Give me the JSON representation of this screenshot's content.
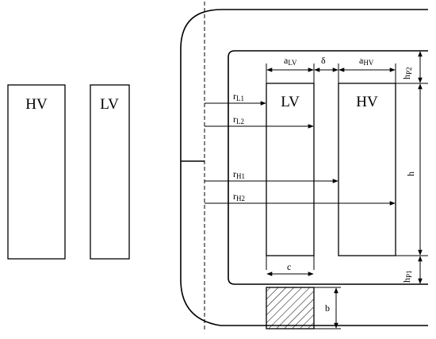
{
  "left_coils": {
    "hv": "HV",
    "lv": "LV"
  },
  "window_coils": {
    "lv": "LV",
    "hv": "HV"
  },
  "dimensions": {
    "a": "a",
    "lv_sub": "LV",
    "hv_sub": "HV",
    "delta": "δ",
    "h": "h",
    "hp": "h",
    "hp2_sub": "P2",
    "hp1_sub": "P1",
    "c": "c",
    "b": "b"
  },
  "radii": {
    "r": "r",
    "l1": "L1",
    "l2": "L2",
    "h1": "H1",
    "h2": "H2"
  }
}
